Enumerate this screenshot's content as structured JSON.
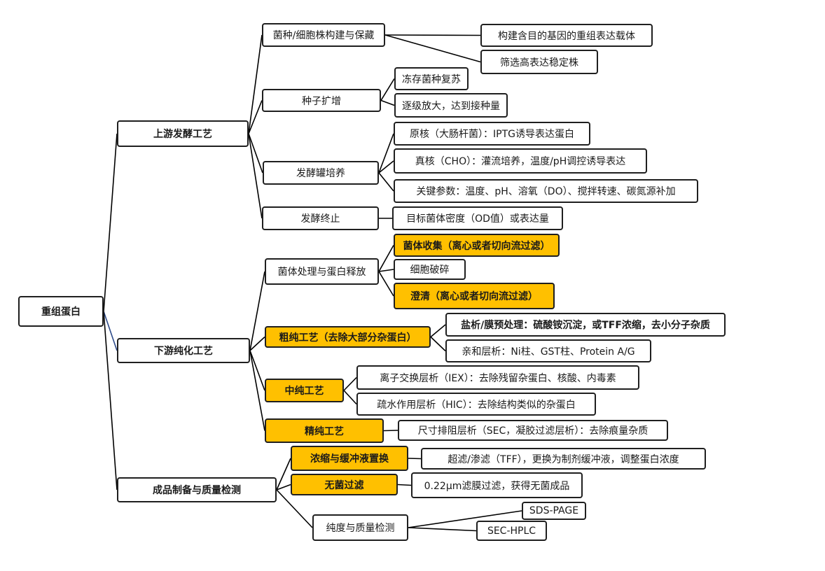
{
  "colors": {
    "highlight": "#ffc000",
    "border": "#1f1f1f",
    "line": "#000000",
    "root_link": "#2e4b8a"
  },
  "root": "重组蛋白",
  "branches": {
    "upstream": {
      "label": "上游发酵工艺",
      "strain": {
        "label": "菌种/细胞株构建与保藏",
        "children": [
          "构建含目的基因的重组表达载体",
          "筛选高表达稳定株"
        ]
      },
      "seed": {
        "label": "种子扩增",
        "children": [
          "冻存菌种复苏",
          "逐级放大，达到接种量"
        ]
      },
      "ferment": {
        "label": "发酵罐培养",
        "children": [
          "原核（大肠杆菌）：IPTG诱导表达蛋白",
          "真核（CHO）：灌流培养，温度/pH调控诱导表达",
          "关键参数：温度、pH、溶氧（DO）、搅拌转速、碳氮源补加"
        ]
      },
      "stop": {
        "label": "发酵终止",
        "children": [
          "目标菌体密度（OD值）或表达量"
        ]
      }
    },
    "downstream": {
      "label": "下游纯化工艺",
      "release": {
        "label": "菌体处理与蛋白释放",
        "children": [
          "菌体收集（离心或者切向流过滤）",
          "细胞破碎",
          "澄清（离心或者切向流过滤）"
        ]
      },
      "crude": {
        "label": "粗纯工艺（去除大部分杂蛋白）",
        "children": [
          "盐析/膜预处理：硫酸铵沉淀，或TFF浓缩，去小分子杂质",
          "亲和层析：Ni柱、GST柱、Protein A/G"
        ]
      },
      "middle": {
        "label": "中纯工艺",
        "children": [
          "离子交换层析（IEX）：去除残留杂蛋白、核酸、内毒素",
          "疏水作用层析（HIC）：去除结构类似的杂蛋白"
        ]
      },
      "polish": {
        "label": "精纯工艺",
        "children": [
          "尺寸排阻层析（SEC，凝胶过滤层析）：去除痕量杂质"
        ]
      }
    },
    "product": {
      "label": "成品制备与质量检测",
      "buffer": {
        "label": "浓缩与缓冲液置换",
        "children": [
          "超滤/渗滤（TFF），更换为制剂缓冲液，调整蛋白浓度"
        ]
      },
      "sterile": {
        "label": "无菌过滤",
        "children": [
          "0.22μm滤膜过滤，获得无菌成品"
        ]
      },
      "qc": {
        "label": "纯度与质量检测",
        "children": [
          "SDS-PAGE",
          "SEC-HPLC"
        ]
      }
    }
  }
}
